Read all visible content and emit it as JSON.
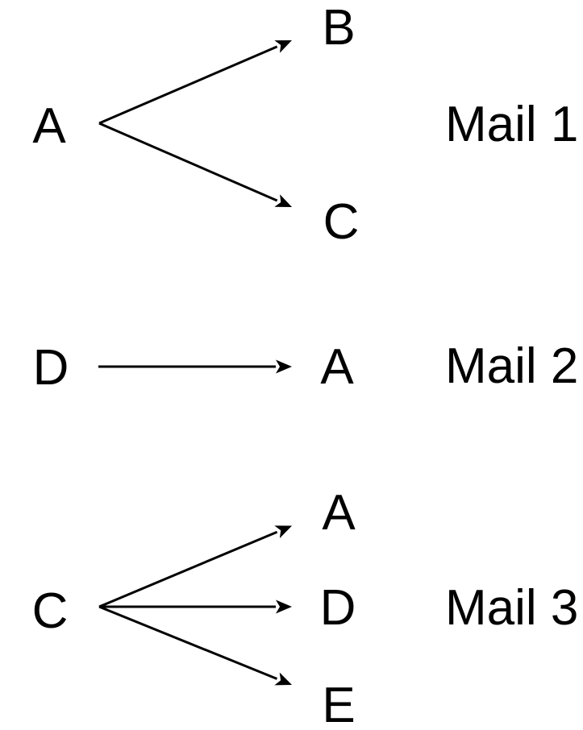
{
  "diagram": {
    "colors": {
      "background": "#ffffff",
      "line": "#000000",
      "text": "#000000"
    },
    "mails": [
      {
        "label": "Mail 1",
        "sender": "A",
        "recipients": [
          "B",
          "C"
        ]
      },
      {
        "label": "Mail 2",
        "sender": "D",
        "recipients": [
          "A"
        ]
      },
      {
        "label": "Mail 3",
        "sender": "C",
        "recipients": [
          "A",
          "D",
          "E"
        ]
      }
    ]
  }
}
